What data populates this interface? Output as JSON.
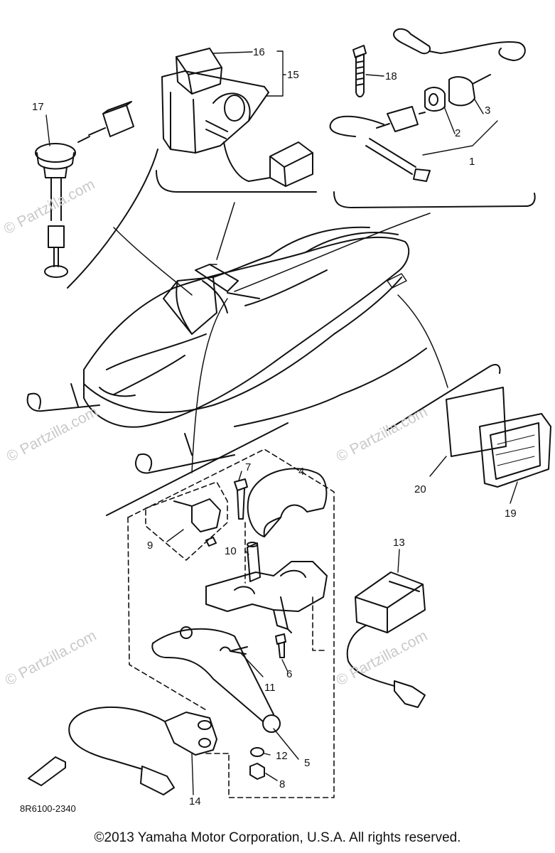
{
  "diagram": {
    "callouts": [
      {
        "id": "1",
        "label": "1"
      },
      {
        "id": "2",
        "label": "2"
      },
      {
        "id": "3",
        "label": "3"
      },
      {
        "id": "4",
        "label": "4"
      },
      {
        "id": "5",
        "label": "5"
      },
      {
        "id": "6",
        "label": "6"
      },
      {
        "id": "7",
        "label": "7"
      },
      {
        "id": "8",
        "label": "8"
      },
      {
        "id": "9",
        "label": "9"
      },
      {
        "id": "10",
        "label": "10"
      },
      {
        "id": "11",
        "label": "11"
      },
      {
        "id": "12",
        "label": "12"
      },
      {
        "id": "13",
        "label": "13"
      },
      {
        "id": "14",
        "label": "14"
      },
      {
        "id": "15",
        "label": "15"
      },
      {
        "id": "16",
        "label": "16"
      },
      {
        "id": "17",
        "label": "17"
      },
      {
        "id": "18",
        "label": "18"
      },
      {
        "id": "19",
        "label": "19"
      },
      {
        "id": "20",
        "label": "20"
      }
    ],
    "drawing_code": "8R6100-2340",
    "watermark_text": "© Partzilla.com"
  },
  "footer": {
    "copyright": "©2013  Yamaha Motor Corporation, U.S.A. All rights reserved."
  }
}
